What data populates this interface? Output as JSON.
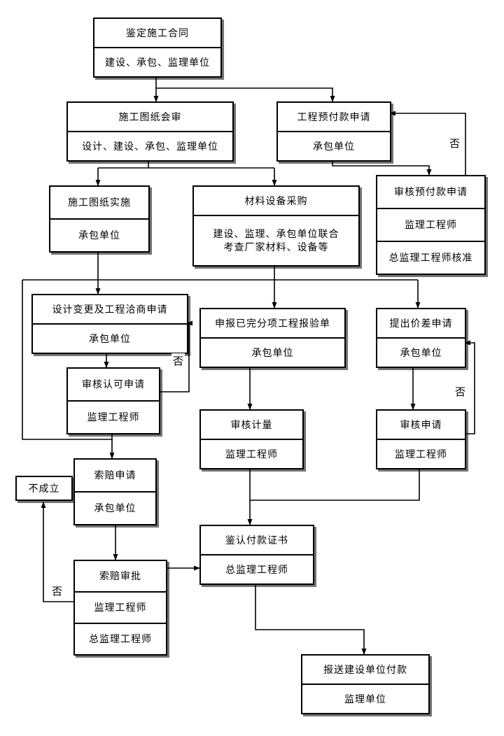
{
  "nodes": {
    "contract": {
      "title": "鉴定施工合同",
      "lines": [
        "建设、承包、监理单位"
      ]
    },
    "drawing_review": {
      "title": "施工图纸会审",
      "lines": [
        "设计、建设、承包、监理单位"
      ]
    },
    "prepay_apply": {
      "title": "工程预付款申请",
      "lines": [
        "承包单位"
      ]
    },
    "prepay_audit": {
      "title": "审核预付款申请",
      "lines": [
        "监理工程师",
        "总监理工程师核准"
      ]
    },
    "drawing_impl": {
      "title": "施工图纸实施",
      "lines": [
        "承包单位"
      ]
    },
    "material": {
      "title": "材料设备采购",
      "lines": [
        "建设、监理、承包单位联合",
        "考查厂家材料、设备等"
      ]
    },
    "change_apply": {
      "title": "设计变更及工程洽商申请",
      "lines": [
        "承包单位"
      ]
    },
    "item_report": {
      "title": "申报已完分项工程报验单",
      "lines": [
        "承包单位"
      ]
    },
    "price_diff": {
      "title": "提出价差申请",
      "lines": [
        "承包单位"
      ]
    },
    "audit_approve": {
      "title": "审核认可申请",
      "lines": [
        "监理工程师"
      ]
    },
    "audit_measure": {
      "title": "审核计量",
      "lines": [
        "监理工程师"
      ]
    },
    "audit_apply": {
      "title": "审核申请",
      "lines": [
        "监理工程师"
      ]
    },
    "claim_apply": {
      "title": "索赔申请",
      "lines": [
        "承包单位"
      ]
    },
    "not_established": {
      "title": "不成立",
      "lines": []
    },
    "payment_cert": {
      "title": "鉴认付款证书",
      "lines": [
        "总监理工程师"
      ]
    },
    "claim_audit": {
      "title": "索赔审批",
      "lines": [
        "监理工程师",
        "总监理工程师"
      ]
    },
    "send_payment": {
      "title": "报送建设单位付款",
      "lines": [
        "监理单位"
      ]
    }
  },
  "labels": {
    "no": "否"
  },
  "colors": {
    "line": "#000000",
    "box_border": "#000000",
    "box_background": "#ffffff",
    "page_background": "#ffffff"
  },
  "edges": [
    {
      "from": "contract",
      "to": "drawing_review"
    },
    {
      "from": "contract",
      "to": "prepay_apply"
    },
    {
      "from": "drawing_review",
      "to": "drawing_impl"
    },
    {
      "from": "drawing_review",
      "to": "material"
    },
    {
      "from": "prepay_apply",
      "to": "prepay_audit"
    },
    {
      "from": "prepay_audit",
      "to": "prepay_apply",
      "label": "否"
    },
    {
      "from": "drawing_impl",
      "to": "change_apply"
    },
    {
      "from": "material",
      "to": "item_report"
    },
    {
      "from": "material",
      "to": "price_diff"
    },
    {
      "from": "material",
      "to": "claim_apply"
    },
    {
      "from": "change_apply",
      "to": "audit_approve"
    },
    {
      "from": "audit_approve",
      "to": "change_apply",
      "label": "否"
    },
    {
      "from": "audit_approve",
      "to": "claim_apply"
    },
    {
      "from": "item_report",
      "to": "audit_measure"
    },
    {
      "from": "price_diff",
      "to": "audit_apply"
    },
    {
      "from": "audit_apply",
      "to": "price_diff",
      "label": "否"
    },
    {
      "from": "audit_measure",
      "to": "payment_cert"
    },
    {
      "from": "audit_apply",
      "to": "payment_cert"
    },
    {
      "from": "claim_apply",
      "to": "claim_audit"
    },
    {
      "from": "claim_audit",
      "to": "not_established",
      "label": "否"
    },
    {
      "from": "claim_audit",
      "to": "payment_cert"
    },
    {
      "from": "payment_cert",
      "to": "send_payment"
    }
  ]
}
